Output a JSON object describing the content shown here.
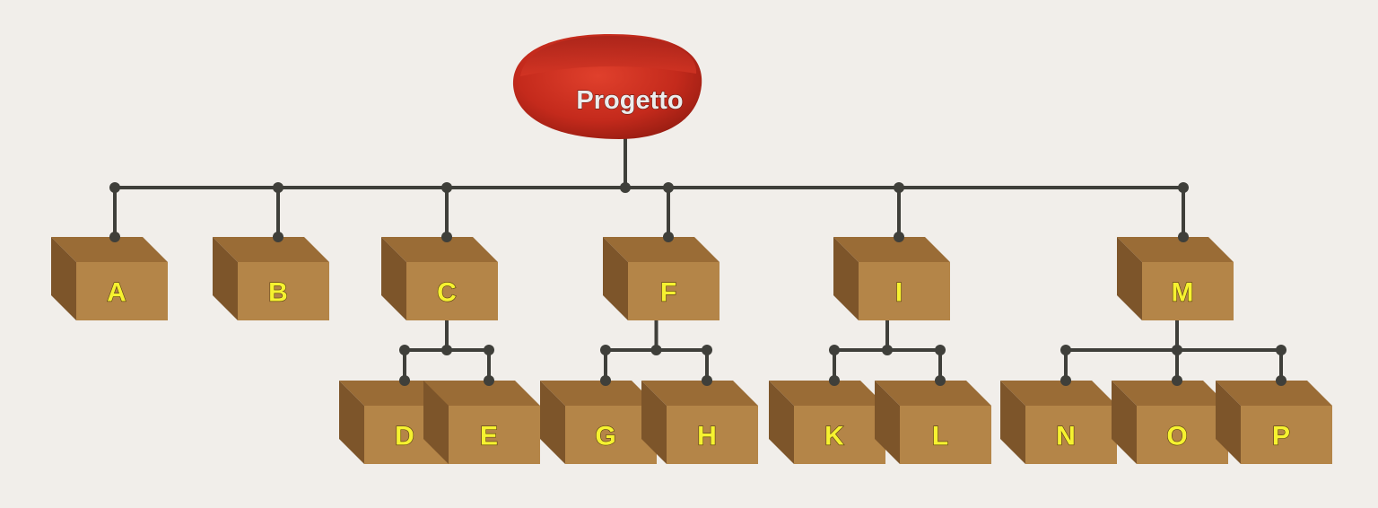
{
  "diagram": {
    "root": {
      "label": "Progetto"
    },
    "nodes": [
      {
        "id": "A",
        "label": "A"
      },
      {
        "id": "B",
        "label": "B"
      },
      {
        "id": "C",
        "label": "C"
      },
      {
        "id": "D",
        "label": "D",
        "parent": "C"
      },
      {
        "id": "E",
        "label": "E",
        "parent": "C"
      },
      {
        "id": "F",
        "label": "F"
      },
      {
        "id": "G",
        "label": "G",
        "parent": "F"
      },
      {
        "id": "H",
        "label": "H",
        "parent": "F"
      },
      {
        "id": "I",
        "label": "I"
      },
      {
        "id": "K",
        "label": "K",
        "parent": "I"
      },
      {
        "id": "L",
        "label": "L",
        "parent": "I"
      },
      {
        "id": "M",
        "label": "M"
      },
      {
        "id": "N",
        "label": "N",
        "parent": "M"
      },
      {
        "id": "O",
        "label": "O",
        "parent": "M"
      },
      {
        "id": "P",
        "label": "P",
        "parent": "M"
      }
    ],
    "colors": {
      "background": "#f1eeea",
      "root_fill": "#c42a1c",
      "box_front": "#b48548",
      "box_top": "#9a6c36",
      "box_side": "#7d552a",
      "connector": "#3f3f3a",
      "box_label": "#f6f230",
      "root_label": "#ececec"
    }
  }
}
